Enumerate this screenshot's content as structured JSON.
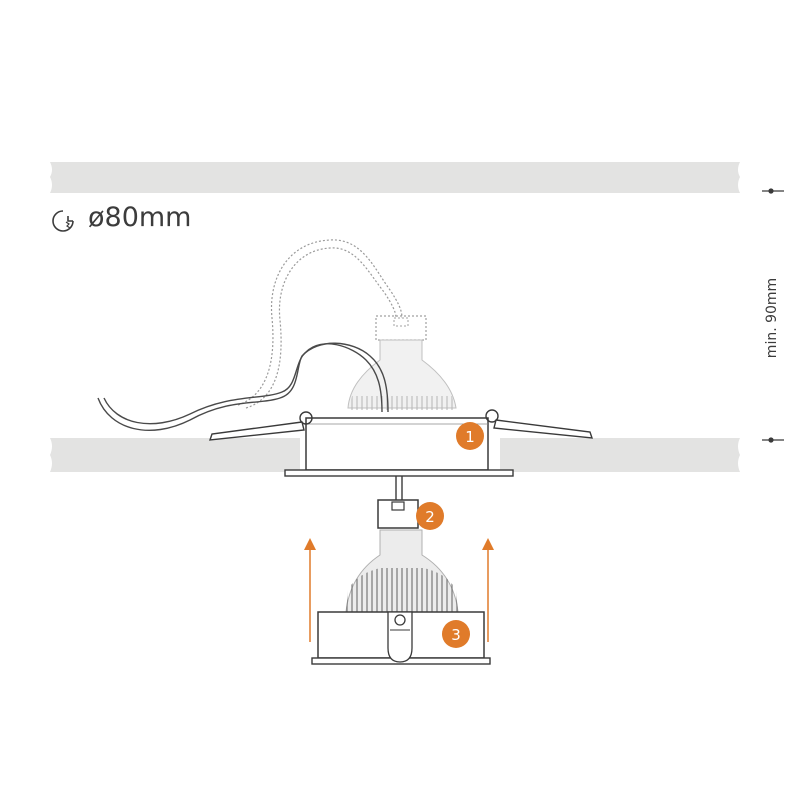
{
  "cutout": {
    "icon": "hole-saw-icon",
    "label": "ø80mm"
  },
  "depth": {
    "label": "min. 90mm"
  },
  "steps": [
    {
      "number": "1"
    },
    {
      "number": "2"
    },
    {
      "number": "3"
    }
  ],
  "colors": {
    "ceiling": "#e3e3e2",
    "line": "#3a3a3a",
    "accent": "#e07b2a"
  }
}
